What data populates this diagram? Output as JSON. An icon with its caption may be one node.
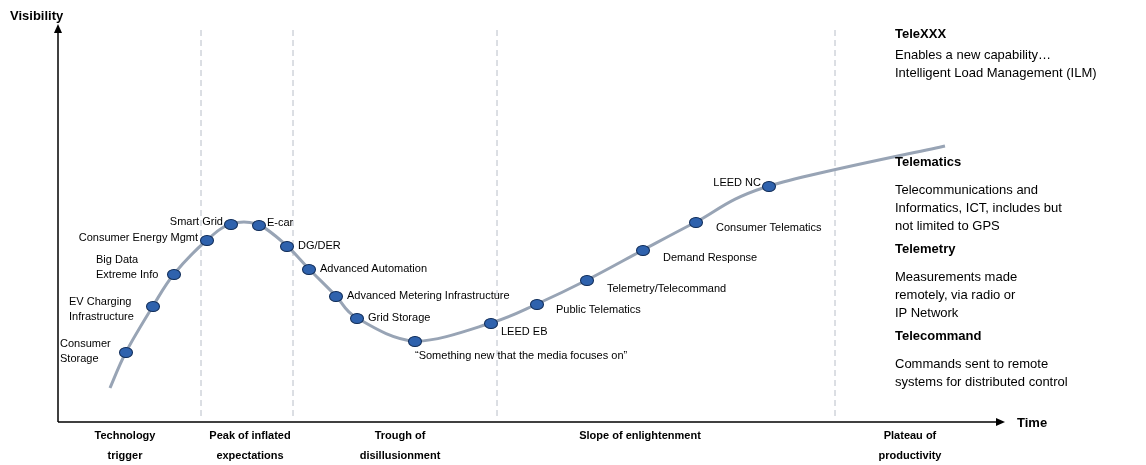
{
  "diagram": {
    "nodes": [
      {
        "text": [],
        "shape": "circle",
        "beside": [
          "Consumer Storage"
        ]
      },
      {
        "text": [],
        "shape": "circle",
        "beside": [
          "EV Charging Infrastructure"
        ]
      },
      {
        "text": [],
        "shape": "circle",
        "beside": [
          "Big Data Extreme Info"
        ]
      },
      {
        "text": [],
        "shape": "circle",
        "beside": [
          "Consumer Energy Mgmt"
        ]
      },
      {
        "text": [],
        "shape": "circle",
        "beside": [
          "Smart Grid"
        ]
      },
      {
        "text": [],
        "shape": "circle",
        "beside": [
          "E-car"
        ]
      },
      {
        "text": [],
        "shape": "circle",
        "beside": [
          "DG/DER"
        ]
      },
      {
        "text": [],
        "shape": "circle",
        "beside": [
          "Advanced Automation"
        ]
      },
      {
        "text": [],
        "shape": "circle",
        "beside": [
          "Advanced Metering Infrastructure"
        ]
      },
      {
        "text": [],
        "shape": "circle",
        "beside": [
          "Grid Storage"
        ]
      },
      {
        "text": [],
        "shape": "circle",
        "beside": [
          "“Something new that the media focuses on”"
        ]
      },
      {
        "text": [],
        "shape": "circle",
        "beside": [
          "LEED EB"
        ]
      },
      {
        "text": [],
        "shape": "circle",
        "beside": [
          "Public Telematics"
        ]
      },
      {
        "text": [],
        "shape": "circle",
        "beside": [
          "Telemetry/Telecommand"
        ]
      },
      {
        "text": [],
        "shape": "circle",
        "beside": [
          "Demand Response"
        ]
      },
      {
        "text": [],
        "shape": "circle",
        "beside": [
          "Consumer Telematics"
        ]
      },
      {
        "text": [],
        "shape": "circle",
        "beside": [
          "LEED NC"
        ]
      }
    ],
    "labels": [
      "Visibility",
      "TeleXXX",
      "Enables a new capability… Intelligent Load Management (ILM)",
      "Telematics",
      "Telecommunications and Informatics, ICT, includes but not limited to GPS",
      "Telemetry",
      "Measurements made remotely, via radio or IP Network",
      "Telecommand",
      "Commands sent to remote systems for distributed control",
      "Time",
      "Technology trigger",
      "Peak of inflated expectations",
      "Trough of disillusionment",
      "Slope of enlightenment",
      "Plateau of productivity"
    ]
  }
}
